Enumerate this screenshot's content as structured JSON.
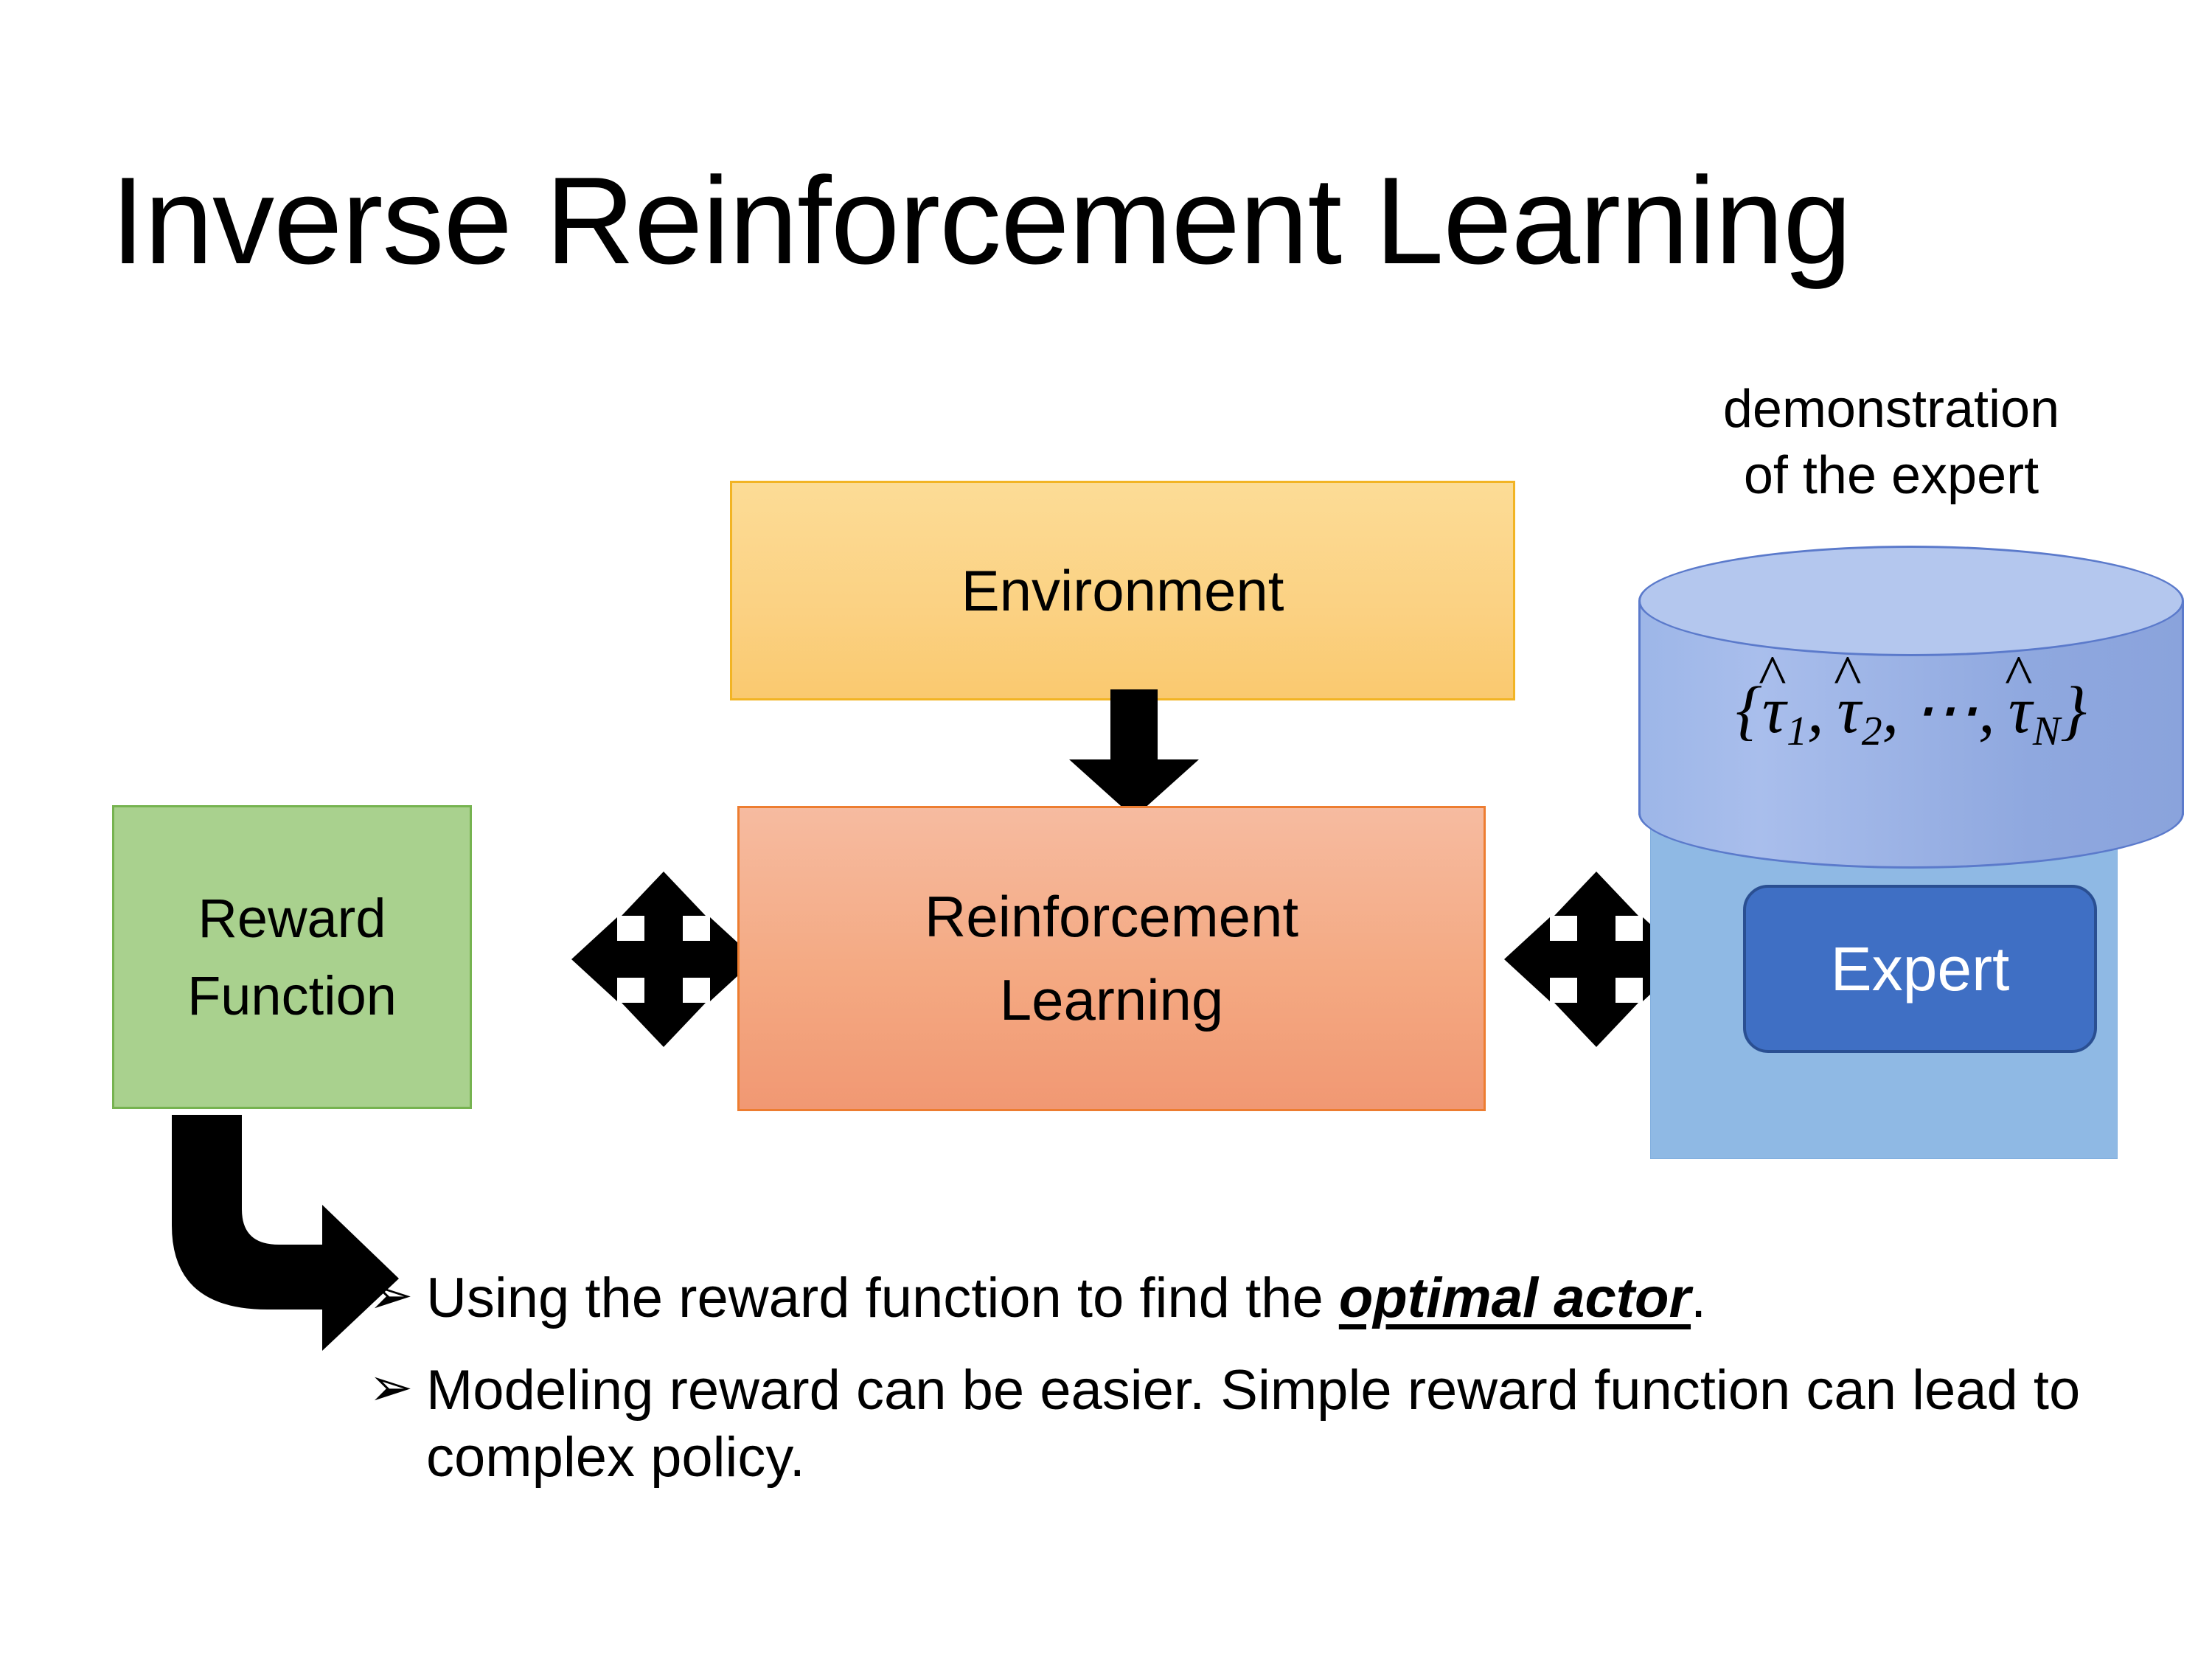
{
  "slide": {
    "title": "Inverse Reinforcement Learning",
    "background_color": "#FFFFFF"
  },
  "diagram": {
    "environment": {
      "label": "Environment",
      "fill_color": "#FBD182",
      "border_color": "#F2B424"
    },
    "reinforcement_learning": {
      "label_line1": "Reinforcement",
      "label_line2": "Learning",
      "fill_color": "#F4A982",
      "border_color": "#ED7D31"
    },
    "reward_function": {
      "label_line1": "Reward",
      "label_line2": "Function",
      "fill_color": "#A9D18E",
      "border_color": "#76B350"
    },
    "demonstration": {
      "caption_line1": "demonstration",
      "caption_line2": "of the expert",
      "trajectory_set": {
        "open_brace": "{",
        "tau_symbol": "τ",
        "subscript_1": "1",
        "subscript_2": "2",
        "ellipsis": "⋯",
        "subscript_n": "N",
        "comma": ",",
        "close_brace": "}",
        "plain_text": "{τ̂1, τ̂2, ⋯, τ̂N}"
      },
      "cylinder_fill_color": "#9DB6E8",
      "cylinder_top_color": "#B4C7EE",
      "cylinder_border_color": "#5B7ACB"
    },
    "expert": {
      "label": "Expert",
      "fill_color": "#3F6FC4",
      "border_color": "#2A4F92",
      "text_color": "#FFFFFF",
      "panel_color": "#8FB9E4"
    },
    "connectors": [
      {
        "name": "environment-to-rl",
        "icon": "down-arrow-icon",
        "direction": "down",
        "color": "#000000"
      },
      {
        "name": "reward-rl-bidirectional",
        "icon": "four-way-double-arrow-icon",
        "direction": "four-way",
        "color": "#000000"
      },
      {
        "name": "rl-expert-bidirectional",
        "icon": "four-way-double-arrow-icon",
        "direction": "four-way",
        "color": "#000000"
      },
      {
        "name": "reward-to-notes",
        "icon": "elbow-arrow-icon",
        "direction": "down-right",
        "color": "#000000"
      }
    ]
  },
  "notes": {
    "bullet_marker": "➢",
    "items": [
      {
        "prefix": "Using the reward function to find the ",
        "emphasis": "optimal actor",
        "suffix": ".",
        "plain_text": "Using the reward function to find the optimal actor."
      },
      {
        "prefix": "Modeling reward can be easier. Simple reward function can lead to complex policy.",
        "emphasis": "",
        "suffix": "",
        "plain_text": "Modeling reward can be easier. Simple reward function can lead to complex policy."
      }
    ]
  }
}
